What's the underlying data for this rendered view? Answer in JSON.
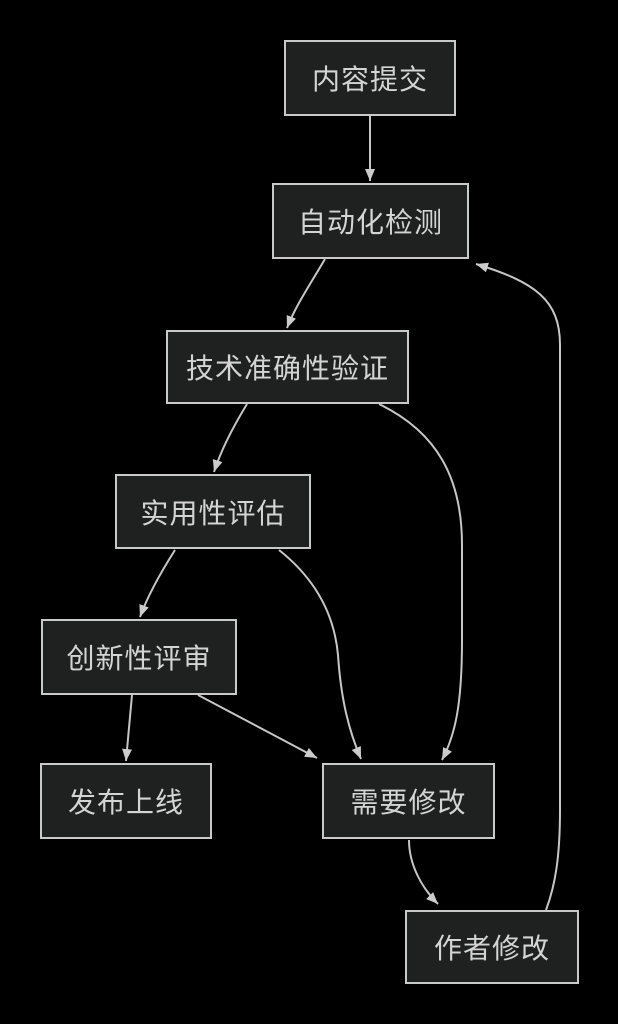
{
  "diagram": {
    "type": "flowchart-top-down",
    "theme": "dark",
    "colors": {
      "background": "#000000",
      "node_fill": "#1f2020",
      "node_border": "#c9c9c9",
      "node_text": "#d4d4d4",
      "edge_stroke": "#c6c6c6",
      "arrowhead_fill": "#cccccc"
    },
    "nodes": [
      {
        "id": "content-submit",
        "label": "内容提交"
      },
      {
        "id": "auto-check",
        "label": "自动化检测"
      },
      {
        "id": "tech-verify",
        "label": "技术准确性验证"
      },
      {
        "id": "usability-eval",
        "label": "实用性评估"
      },
      {
        "id": "innovation-review",
        "label": "创新性评审"
      },
      {
        "id": "publish-online",
        "label": "发布上线"
      },
      {
        "id": "needs-revision",
        "label": "需要修改"
      },
      {
        "id": "author-revise",
        "label": "作者修改"
      }
    ],
    "edges": [
      {
        "from": "内容提交",
        "to": "自动化检测"
      },
      {
        "from": "自动化检测",
        "to": "技术准确性验证"
      },
      {
        "from": "技术准确性验证",
        "to": "实用性评估"
      },
      {
        "from": "技术准确性验证",
        "to": "需要修改"
      },
      {
        "from": "实用性评估",
        "to": "创新性评审"
      },
      {
        "from": "实用性评估",
        "to": "需要修改"
      },
      {
        "from": "创新性评审",
        "to": "发布上线"
      },
      {
        "from": "创新性评审",
        "to": "需要修改"
      },
      {
        "from": "需要修改",
        "to": "作者修改"
      },
      {
        "from": "作者修改",
        "to": "自动化检测"
      }
    ]
  }
}
